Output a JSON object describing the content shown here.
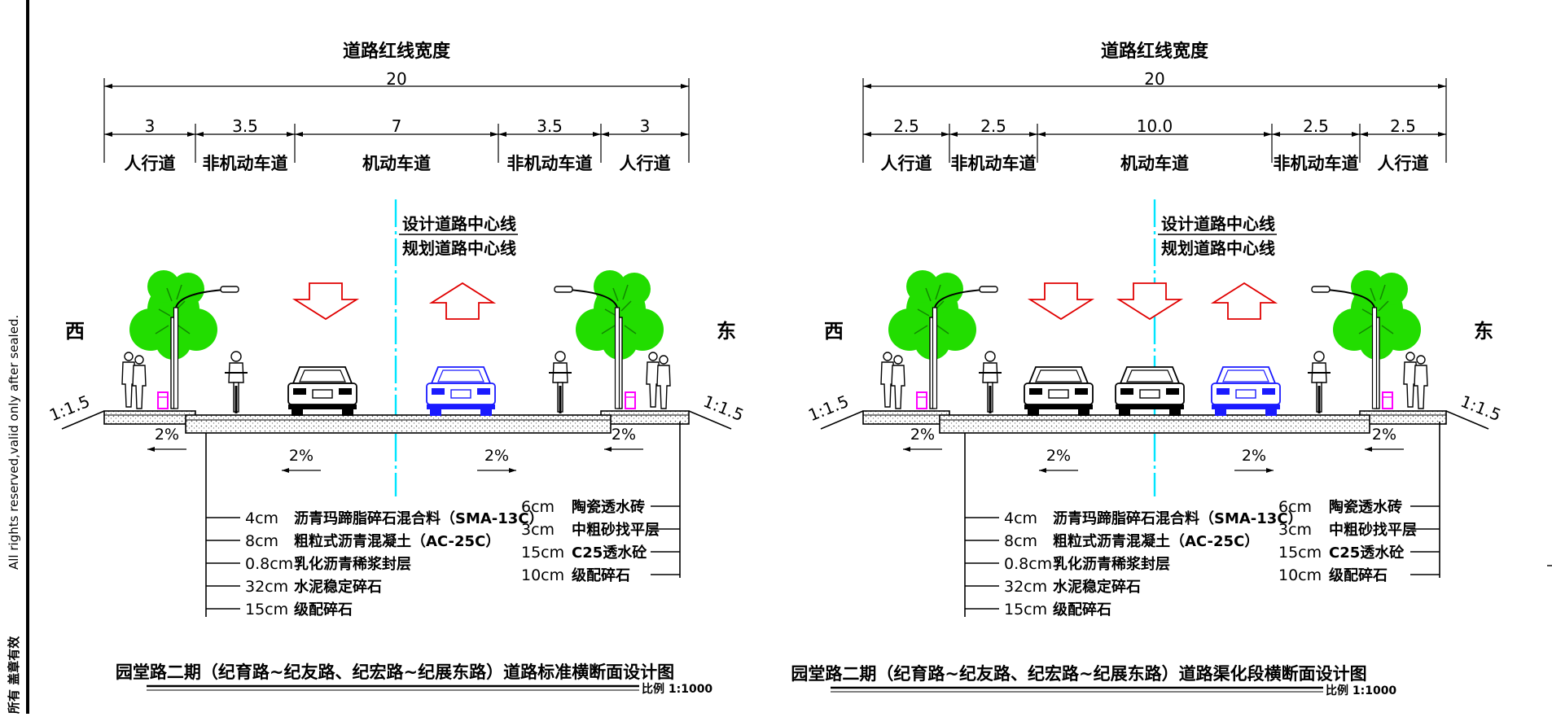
{
  "sidebar": {
    "rights": "All rights reserved,valid only after sealed.",
    "cn_text": "所有 盖章有效"
  },
  "directions": {
    "west": "西",
    "east": "东"
  },
  "slope_label": "1:1.5",
  "drawings": [
    {
      "id": "standard",
      "red_line_title": "道路红线宽度",
      "total_width": "20",
      "segments": [
        {
          "width": "3",
          "label": "人行道"
        },
        {
          "width": "3.5",
          "label": "非机动车道"
        },
        {
          "width": "7",
          "label": "机动车道"
        },
        {
          "width": "3.5",
          "label": "非机动车道"
        },
        {
          "width": "3",
          "label": "人行道"
        }
      ],
      "centerline_labels": [
        "设计道路中心线",
        "规划道路中心线"
      ],
      "slopes": [
        "2%",
        "2%",
        "2%",
        "2%"
      ],
      "layers_left": [
        {
          "thickness": "4cm",
          "material": "沥青玛蹄脂碎石混合料（SMA-13C）"
        },
        {
          "thickness": "8cm",
          "material": "粗粒式沥青混凝土（AC-25C）"
        },
        {
          "thickness": "0.8cm",
          "material": "乳化沥青稀浆封层"
        },
        {
          "thickness": "32cm",
          "material": "水泥稳定碎石"
        },
        {
          "thickness": "15cm",
          "material": "级配碎石"
        }
      ],
      "layers_right": [
        {
          "thickness": "6cm",
          "material": "陶瓷透水砖"
        },
        {
          "thickness": "3cm",
          "material": "中粗砂找平层"
        },
        {
          "thickness": "15cm",
          "material": "C25透水砼"
        },
        {
          "thickness": "10cm",
          "material": "级配碎石"
        }
      ],
      "title": "园堂路二期（纪育路~纪友路、纪宏路~纪展东路）道路标准横断面设计图",
      "scale": "比例 1:1000"
    },
    {
      "id": "channelized",
      "red_line_title": "道路红线宽度",
      "total_width": "20",
      "segments": [
        {
          "width": "2.5",
          "label": "人行道"
        },
        {
          "width": "2.5",
          "label": "非机动车道"
        },
        {
          "width": "10.0",
          "label": "机动车道"
        },
        {
          "width": "2.5",
          "label": "非机动车道"
        },
        {
          "width": "2.5",
          "label": "人行道"
        }
      ],
      "centerline_labels": [
        "设计道路中心线",
        "规划道路中心线"
      ],
      "slopes": [
        "2%",
        "2%",
        "2%",
        "2%"
      ],
      "layers_left": [
        {
          "thickness": "4cm",
          "material": "沥青玛蹄脂碎石混合料（SMA-13C）"
        },
        {
          "thickness": "8cm",
          "material": "粗粒式沥青混凝土（AC-25C）"
        },
        {
          "thickness": "0.8cm",
          "material": "乳化沥青稀浆封层"
        },
        {
          "thickness": "32cm",
          "material": "水泥稳定碎石"
        },
        {
          "thickness": "15cm",
          "material": "级配碎石"
        }
      ],
      "layers_right": [
        {
          "thickness": "6cm",
          "material": "陶瓷透水砖"
        },
        {
          "thickness": "3cm",
          "material": "中粗砂找平层"
        },
        {
          "thickness": "15cm",
          "material": "C25透水砼"
        },
        {
          "thickness": "10cm",
          "material": "级配碎石"
        }
      ],
      "title": "园堂路二期（纪育路~纪友路、纪宏路~纪展东路）道路渠化段横断面设计图",
      "scale": "比例 1:1000"
    }
  ],
  "colors": {
    "centerline": "#00e5ff",
    "tree": "#22dd00",
    "arrow": "#e00000",
    "car_blue": "#1a1aff",
    "bin": "#ff00ff"
  }
}
